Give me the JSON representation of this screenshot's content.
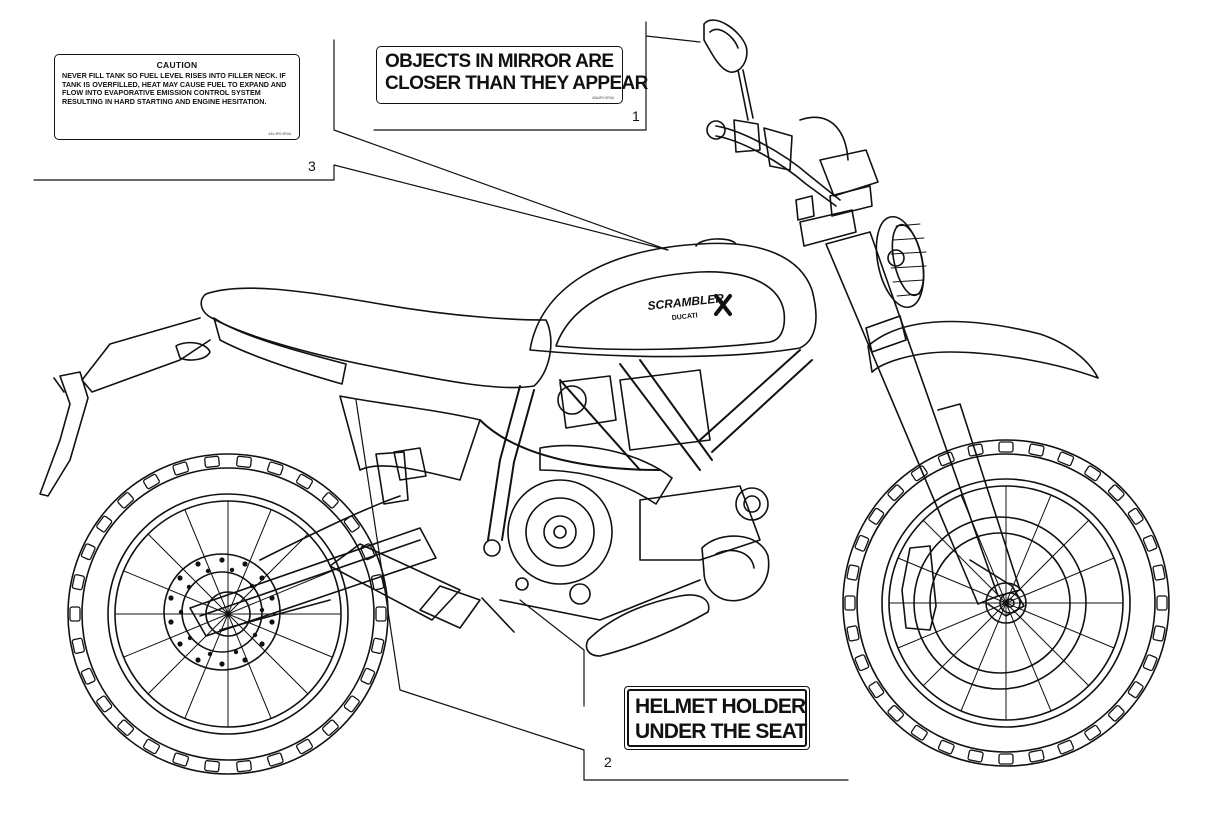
{
  "labels": {
    "caution": {
      "title": "CAUTION",
      "body": "NEVER FILL TANK SO FUEL LEVEL RISES INTO FILLER NECK. IF TANK IS OVERFILLED, HEAT MAY CAUSE FUEL TO EXPAND AND FLOW INTO EVAPORATIVE EMISSION CONTROL SYSTEM RESULTING IN HARD STARTING AND ENGINE HESITATION.",
      "code": "434.4P0.0R0A",
      "ref": "3"
    },
    "mirror": {
      "line1": "OBJECTS IN MIRROR ARE",
      "line2": "CLOSER THAN THEY APPEAR",
      "code": "43A4P0.0R0A",
      "ref": "1"
    },
    "helmet": {
      "line1": "HELMET HOLDER",
      "line2": "UNDER THE SEAT",
      "ref": "2"
    }
  },
  "tank_decal": {
    "brand": "SCRAMBLER",
    "sub": "DUCATI"
  },
  "colors": {
    "ink": "#111111",
    "paper": "#ffffff"
  }
}
